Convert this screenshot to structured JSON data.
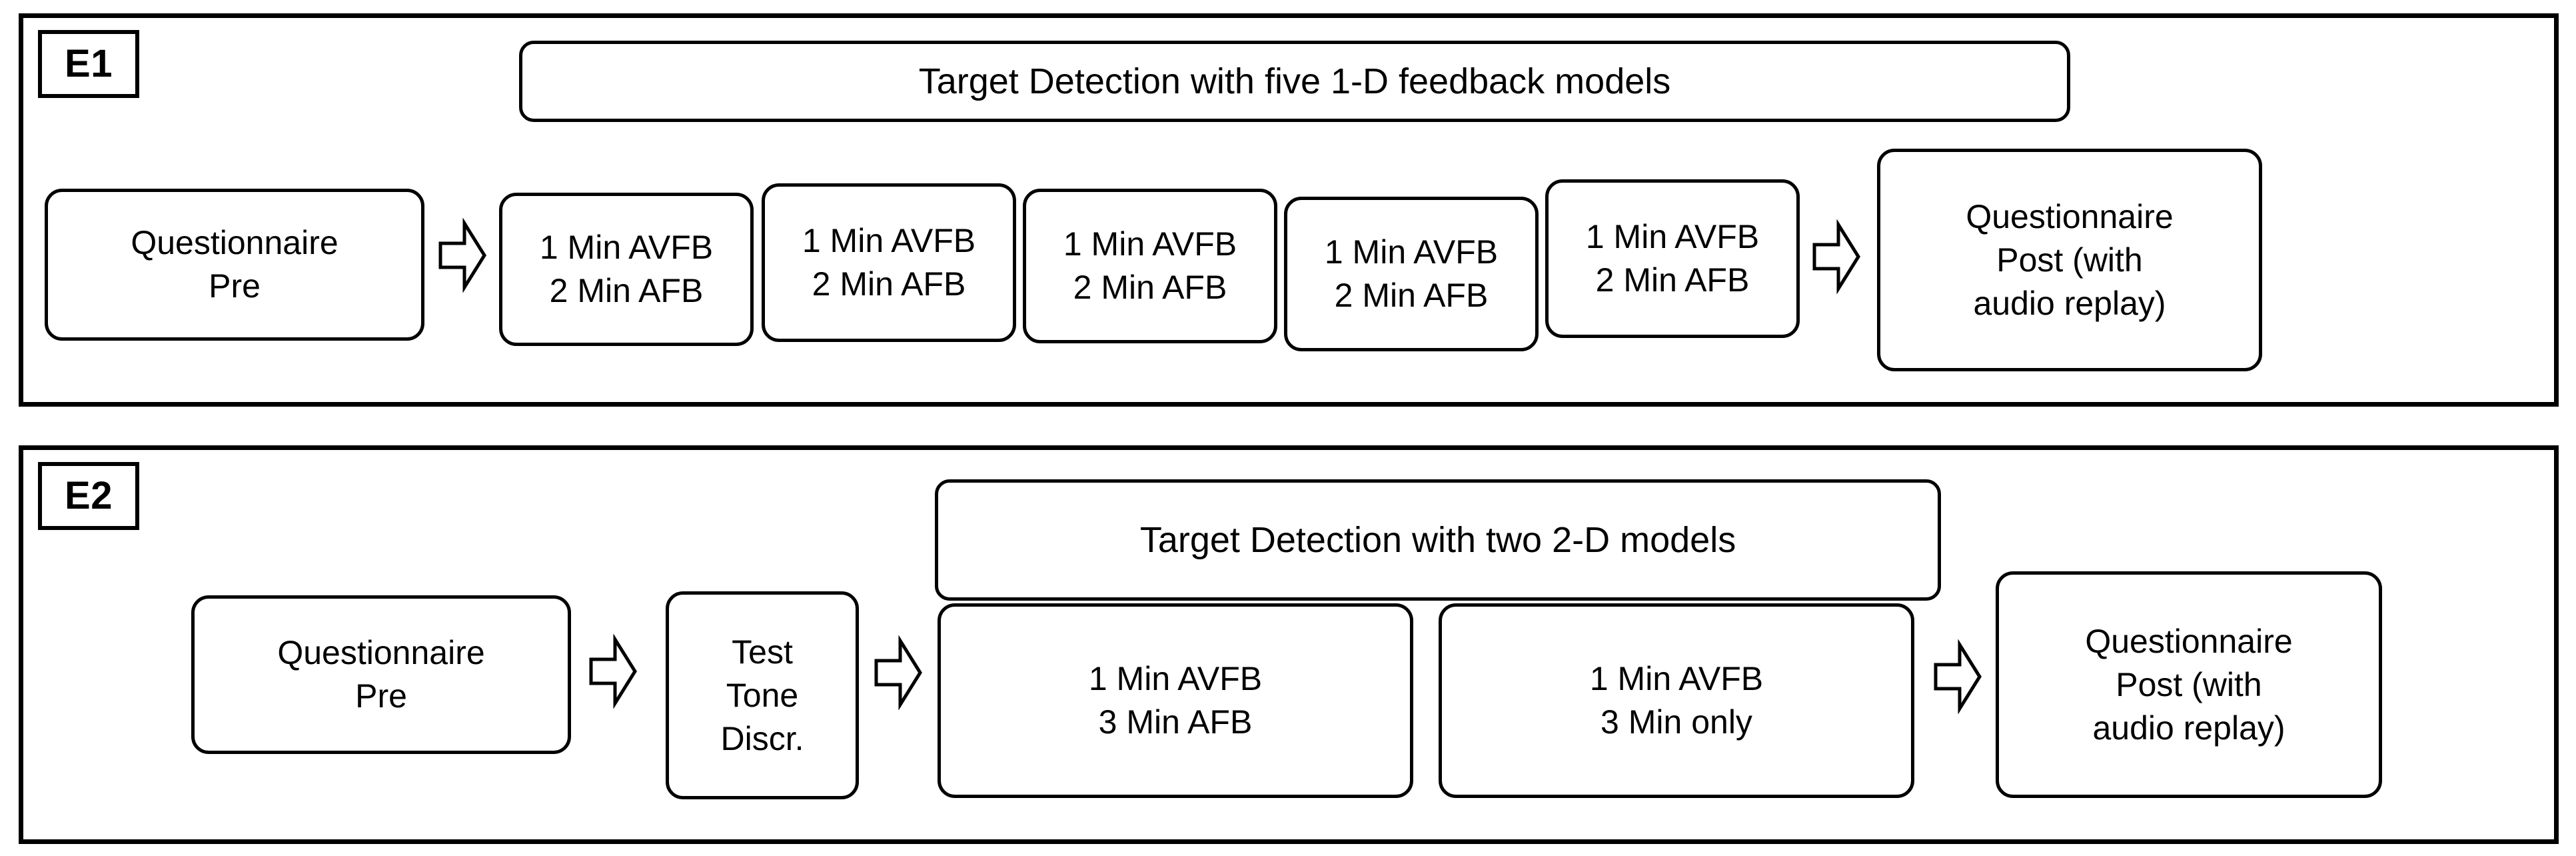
{
  "figure": {
    "type": "experiment-protocol-flow-diagram",
    "panels": [
      {
        "id": "E1",
        "badge_label": "E1",
        "banner": {
          "label": "Target Detection with five 1-D feedback models"
        },
        "flow": [
          {
            "kind": "node",
            "name": "questionnaire-pre",
            "lines": [
              "Questionnaire",
              "Pre"
            ]
          },
          {
            "kind": "arrow",
            "name": "arrow-1"
          },
          {
            "kind": "node",
            "name": "block-1",
            "lines": [
              "1 Min AVFB",
              "2 Min AFB"
            ]
          },
          {
            "kind": "node",
            "name": "block-2",
            "lines": [
              "1 Min AVFB",
              "2 Min AFB"
            ]
          },
          {
            "kind": "node",
            "name": "block-3",
            "lines": [
              "1 Min AVFB",
              "2 Min AFB"
            ]
          },
          {
            "kind": "node",
            "name": "block-4",
            "lines": [
              "1 Min AVFB",
              "2 Min AFB"
            ]
          },
          {
            "kind": "node",
            "name": "block-5",
            "lines": [
              "1 Min AVFB",
              "2 Min AFB"
            ]
          },
          {
            "kind": "arrow",
            "name": "arrow-2"
          },
          {
            "kind": "node",
            "name": "questionnaire-post",
            "lines": [
              "Questionnaire",
              "Post (with",
              "audio replay)"
            ]
          }
        ]
      },
      {
        "id": "E2",
        "badge_label": "E2",
        "banner": {
          "label": "Target Detection with two 2-D models"
        },
        "flow": [
          {
            "kind": "node",
            "name": "questionnaire-pre",
            "lines": [
              "Questionnaire",
              "Pre"
            ]
          },
          {
            "kind": "arrow",
            "name": "arrow-1"
          },
          {
            "kind": "node",
            "name": "test-tone-discr",
            "lines": [
              "Test",
              "Tone",
              "Discr."
            ]
          },
          {
            "kind": "arrow",
            "name": "arrow-2"
          },
          {
            "kind": "node",
            "name": "block-1",
            "lines": [
              "1 Min AVFB",
              "3 Min AFB"
            ]
          },
          {
            "kind": "node",
            "name": "block-2",
            "lines": [
              "1 Min AVFB",
              "3 Min only"
            ]
          },
          {
            "kind": "arrow",
            "name": "arrow-3"
          },
          {
            "kind": "node",
            "name": "questionnaire-post",
            "lines": [
              "Questionnaire",
              "Post (with",
              "audio replay)"
            ]
          }
        ]
      }
    ]
  },
  "e1": {
    "badge": "E1",
    "banner": "Target Detection with five 1-D feedback models",
    "pre_l1": "Questionnaire",
    "pre_l2": "Pre",
    "b1_l1": "1 Min AVFB",
    "b1_l2": "2 Min AFB",
    "b2_l1": "1 Min AVFB",
    "b2_l2": "2 Min AFB",
    "b3_l1": "1 Min AVFB",
    "b3_l2": "2 Min AFB",
    "b4_l1": "1 Min AVFB",
    "b4_l2": "2 Min AFB",
    "b5_l1": "1 Min AVFB",
    "b5_l2": "2 Min AFB",
    "post_l1": "Questionnaire",
    "post_l2": "Post (with",
    "post_l3": "audio replay)"
  },
  "e2": {
    "badge": "E2",
    "banner": "Target Detection with two 2-D models",
    "pre_l1": "Questionnaire",
    "pre_l2": "Pre",
    "tone_l1": "Test",
    "tone_l2": "Tone",
    "tone_l3": "Discr.",
    "b1_l1": "1 Min AVFB",
    "b1_l2": "3 Min AFB",
    "b2_l1": "1 Min AVFB",
    "b2_l2": "3 Min only",
    "post_l1": "Questionnaire",
    "post_l2": "Post (with",
    "post_l3": "audio replay)"
  },
  "colors": {
    "stroke": "#000000",
    "fill": "#ffffff",
    "text": "#000000"
  }
}
